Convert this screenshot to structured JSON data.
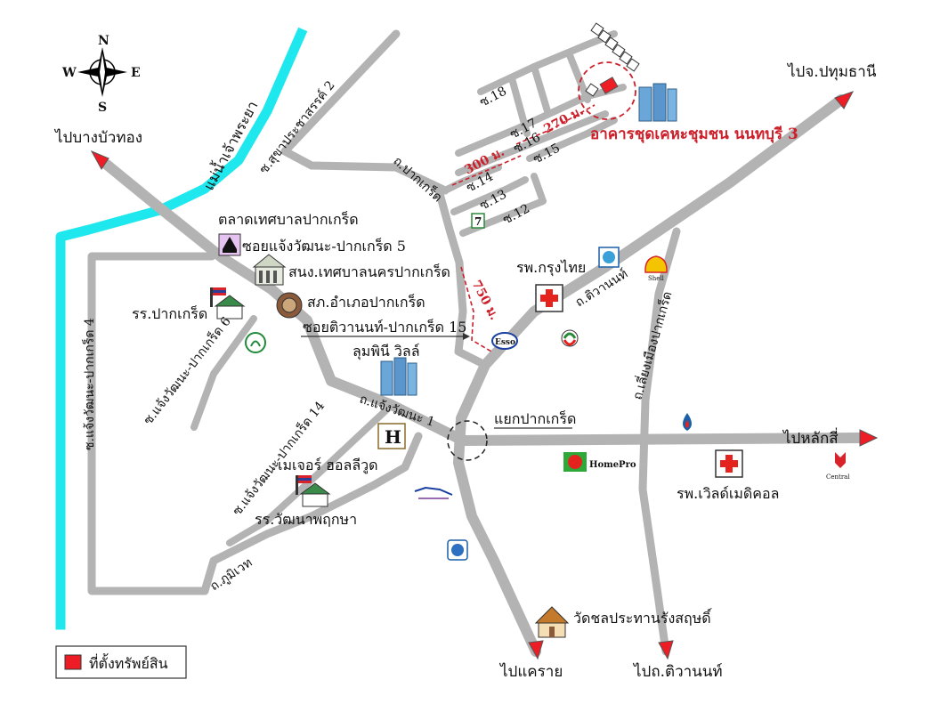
{
  "compass": {
    "n": "N",
    "s": "S",
    "e": "E",
    "w": "W"
  },
  "destinations": {
    "bang_bua_thong": "ไปบางบัวทอง",
    "pathum_thani": "ไปจ.ปทุมธานี",
    "lak_si": "ไปหลักสี่",
    "khae_rai": "ไปแคราย",
    "tiwanon_road": "ไปถ.ติวานนท์"
  },
  "river_label": "แม่น้ำเจ้าพระยา",
  "roads": {
    "soi_sukhaprachasan2": "ซ.สุขาประชาสรรค์ 2",
    "pak_kret_road": "ถ.ปากเกร็ด",
    "tiwanon": "ถ.ติวานนท์",
    "chaeng_watthana": "ถ.แจ้งวัฒนะ 1",
    "chaeng_watthana_pak_kret_4": "ซ.แจ้งวัฒนะ-ปากเกร็ด 4",
    "chaeng_watthana_pak_kret_6": "ซ.แจ้งวัฒนะ-ปากเกร็ด 6",
    "chaeng_watthana_pak_kret_14": "ซ.แจ้งวัฒนะ-ปากเกร็ด 14",
    "phumiwat": "ถ.ภูมิเวท",
    "liang_mueang": "ถ.เลี่ยงเมืองปากเกร็ด",
    "soi18": "ซ.18",
    "soi17": "ซ.17",
    "soi16": "ซ.16",
    "soi15": "ซ.15",
    "soi14": "ซ.14",
    "soi13": "ซ.13",
    "soi12": "ซ.12"
  },
  "landmarks": {
    "property_name": "อาคารชุดเคหะชุมชน นนทบุรี 3",
    "municipal_market": "ตลาดเทศบาลปากเกร็ด",
    "soi_chaeng_5": "ซอยแจ้งวัฒนะ-ปากเกร็ด 5",
    "municipal_office": "สนง.เทศบาลนครปากเกร็ด",
    "police_station": "สภ.อำเภอปากเกร็ด",
    "soi_tiwanon_15": "ซอยติวานนท์-ปากเกร็ด 15",
    "school_pak_kret": "รร.ปากเกร็ด",
    "lumpini_ville": "ลุมพินี วิลล์",
    "krungthai_hospital": "รพ.กรุงไทย",
    "intersection": "แยกปากเกร็ด",
    "major_hollywood": "เมเจอร์ ฮอลลีวูด",
    "school_watthanaphruksa": "รร.วัฒนาพฤกษา",
    "world_medical": "รพ.เวิลด์เมดิคอล",
    "temple": "วัดชลประทานรังสฤษดิ์"
  },
  "distances": {
    "d270": "270 ม.",
    "d300": "300 ม.",
    "d750": "750 ม."
  },
  "brands": {
    "esso": "Esso",
    "shell": "Shell",
    "homepro": "HomePro",
    "central": "Central",
    "major_h": "H",
    "seven": "7"
  },
  "legend": {
    "label": "ที่ตั้งทรัพย์สิน"
  },
  "colors": {
    "road": "#b3b3b3",
    "river": "#1ee8ee",
    "property": "#ee1c25",
    "distance": "#cc1f2a"
  }
}
